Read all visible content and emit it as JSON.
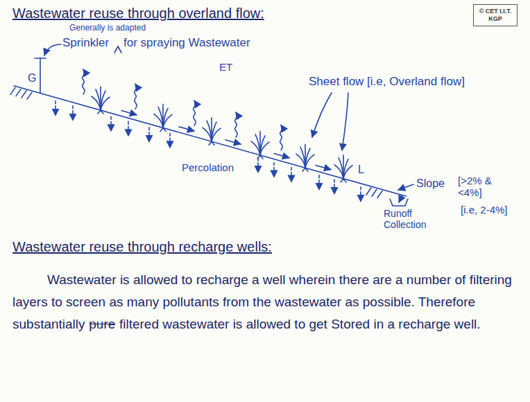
{
  "diagram": {
    "title": "Wastewater reuse through overland flow:",
    "nodes": [
      {
        "text": [
          "© CET I.I.T. KGP"
        ]
      }
    ],
    "labels": [
      "Generally is adapted",
      "Sprinkler",
      "for spraying Wastewater",
      "ET",
      "Sheet flow [i.e, Overland flow]",
      "G",
      "Percolation",
      "L",
      "Slope",
      "[>2% & <4%]",
      "[i.e, 2-4%]",
      "Runoff Collection",
      "Wastewater reuse through recharge wells:",
      "Wastewater is allowed to recharge a well wherein there are a number of filtering layers to screen as many pollutants from the wastewater as possible. Therefore substantially",
      "pure",
      "filtered wastewater is allowed to get Stored in a recharge well."
    ]
  }
}
